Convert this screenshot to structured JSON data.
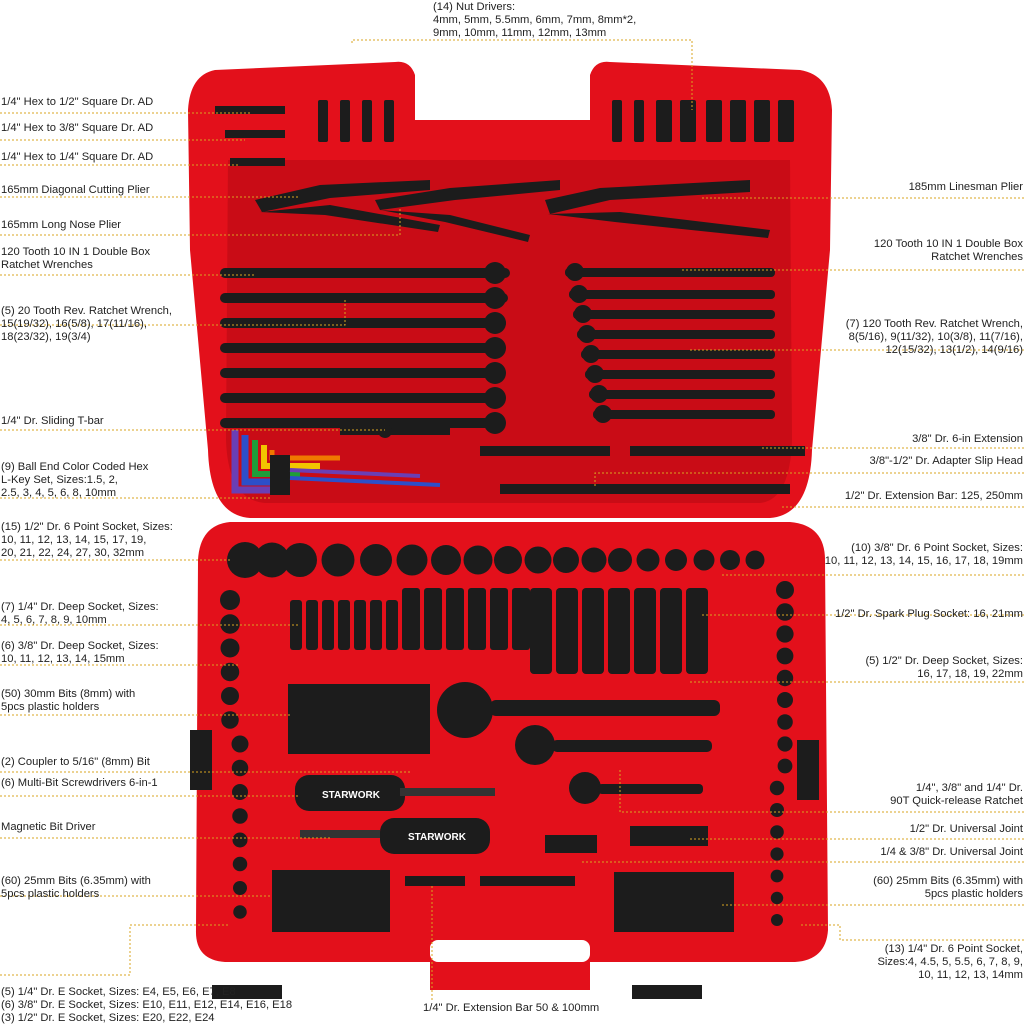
{
  "colors": {
    "case_red": "#e3101b",
    "case_dark_red": "#b50a12",
    "tool_black": "#1c1c1c",
    "callout_line": "#d9a520"
  },
  "brand_text": "STARWORK",
  "labels": {
    "top": {
      "lines": [
        "(14) Nut Drivers:",
        "4mm, 5mm, 5.5mm, 6mm, 7mm, 8mm*2,",
        "9mm, 10mm, 11mm, 12mm, 13mm"
      ]
    },
    "left": [
      {
        "lines": [
          "1/4\" Hex to 1/2\" Square Dr. AD"
        ]
      },
      {
        "lines": [
          "1/4\" Hex to 3/8\" Square Dr. AD"
        ]
      },
      {
        "lines": [
          "1/4\" Hex to 1/4\" Square Dr. AD"
        ]
      },
      {
        "lines": [
          "165mm Diagonal Cutting Plier"
        ]
      },
      {
        "lines": [
          "165mm Long Nose Plier"
        ]
      },
      {
        "lines": [
          "120 Tooth 10 IN 1 Double Box",
          "Ratchet Wrenches"
        ]
      },
      {
        "lines": [
          "(5) 20 Tooth Rev. Ratchet Wrench,",
          "15(19/32), 16(5/8), 17(11/16),",
          "18(23/32), 19(3/4)"
        ]
      },
      {
        "lines": [
          "1/4\" Dr. Sliding T-bar"
        ]
      },
      {
        "lines": [
          "(9) Ball End Color Coded Hex",
          "L-Key Set, Sizes:1.5, 2,",
          "2.5, 3, 4, 5, 6, 8, 10mm"
        ]
      },
      {
        "lines": [
          "(15) 1/2\" Dr. 6 Point Socket, Sizes:",
          "10, 11, 12, 13, 14, 15, 17, 19,",
          "20, 21, 22, 24, 27, 30, 32mm"
        ]
      },
      {
        "lines": [
          "(7) 1/4\" Dr. Deep Socket, Sizes:",
          "4, 5, 6, 7, 8, 9, 10mm"
        ]
      },
      {
        "lines": [
          "(6) 3/8\" Dr. Deep Socket, Sizes:",
          "10, 11, 12, 13, 14, 15mm"
        ]
      },
      {
        "lines": [
          "(50) 30mm Bits (8mm) with",
          "5pcs plastic holders"
        ]
      },
      {
        "lines": [
          "(2) Coupler to 5/16\" (8mm) Bit"
        ]
      },
      {
        "lines": [
          "(6) Multi-Bit Screwdrivers 6-in-1"
        ]
      },
      {
        "lines": [
          "Magnetic Bit Driver"
        ]
      },
      {
        "lines": [
          "(60) 25mm Bits (6.35mm) with",
          "5pcs plastic holders"
        ]
      },
      {
        "lines": [
          "(5) 1/4\" Dr. E Socket, Sizes: E4, E5, E6, E7, E8",
          "(6) 3/8\" Dr. E Socket, Sizes: E10, E11, E12, E14, E16, E18",
          "(3) 1/2\" Dr. E Socket, Sizes: E20, E22, E24"
        ]
      }
    ],
    "right": [
      {
        "lines": [
          "185mm Linesman Plier"
        ]
      },
      {
        "lines": [
          "120 Tooth 10 IN 1 Double Box",
          "Ratchet Wrenches"
        ]
      },
      {
        "lines": [
          "(7) 120 Tooth Rev. Ratchet Wrench,",
          "8(5/16), 9(11/32), 10(3/8), 11(7/16),",
          "12(15/32), 13(1/2), 14(9/16)"
        ]
      },
      {
        "lines": [
          "3/8\" Dr. 6-in Extension"
        ]
      },
      {
        "lines": [
          "3/8\"-1/2\" Dr. Adapter Slip Head"
        ]
      },
      {
        "lines": [
          "1/2\" Dr. Extension Bar: 125, 250mm"
        ]
      },
      {
        "lines": [
          "(10) 3/8\" Dr. 6 Point Socket, Sizes:",
          "10, 11, 12, 13, 14, 15, 16, 17, 18, 19mm"
        ]
      },
      {
        "lines": [
          "1/2\" Dr. Spark Plug Socket: 16, 21mm"
        ]
      },
      {
        "lines": [
          "(5) 1/2\" Dr. Deep Socket, Sizes:",
          "16, 17, 18, 19, 22mm"
        ]
      },
      {
        "lines": [
          "1/4\", 3/8\" and 1/4\" Dr.",
          "90T Quick-release Ratchet"
        ]
      },
      {
        "lines": [
          "1/2\" Dr. Universal Joint"
        ]
      },
      {
        "lines": [
          "1/4 & 3/8\" Dr. Universal Joint"
        ]
      },
      {
        "lines": [
          "(60) 25mm Bits (6.35mm) with",
          "5pcs plastic holders"
        ]
      },
      {
        "lines": [
          "(13) 1/4\" Dr. 6 Point Socket,",
          "Sizes:4, 4.5, 5, 5.5, 6, 7, 8, 9,",
          "10, 11, 12, 13, 14mm"
        ]
      }
    ],
    "bottom": {
      "lines": [
        "1/4\" Dr. Extension Bar 50 & 100mm"
      ]
    }
  }
}
